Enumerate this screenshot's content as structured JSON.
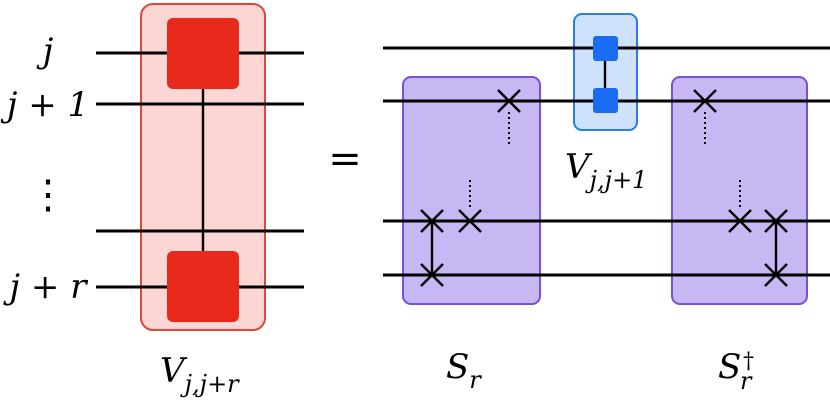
{
  "colors": {
    "big_gate_fill": "#e8291c",
    "big_box_fill": "#fbd6d2",
    "big_box_stroke": "#e0463a",
    "small_gate_fill": "#1a6cf2",
    "small_box_fill": "#cfe1fb",
    "small_box_stroke": "#2a7de8",
    "swap_box_fill": "#c7b8f4",
    "swap_box_stroke": "#7b4fd6"
  },
  "left_labels": {
    "j": "j",
    "j_plus_1": "j + 1",
    "dots": "⋮",
    "j_plus_r": "j + r"
  },
  "equals": "=",
  "labels": {
    "V_main": "V",
    "V_main_sub": "j,j+r",
    "V_small": "V",
    "V_small_sub": "j,j+1",
    "S": "S",
    "S_sub": "r",
    "S_dag": "S",
    "S_dag_sub": "r",
    "S_dag_sup": "†"
  }
}
